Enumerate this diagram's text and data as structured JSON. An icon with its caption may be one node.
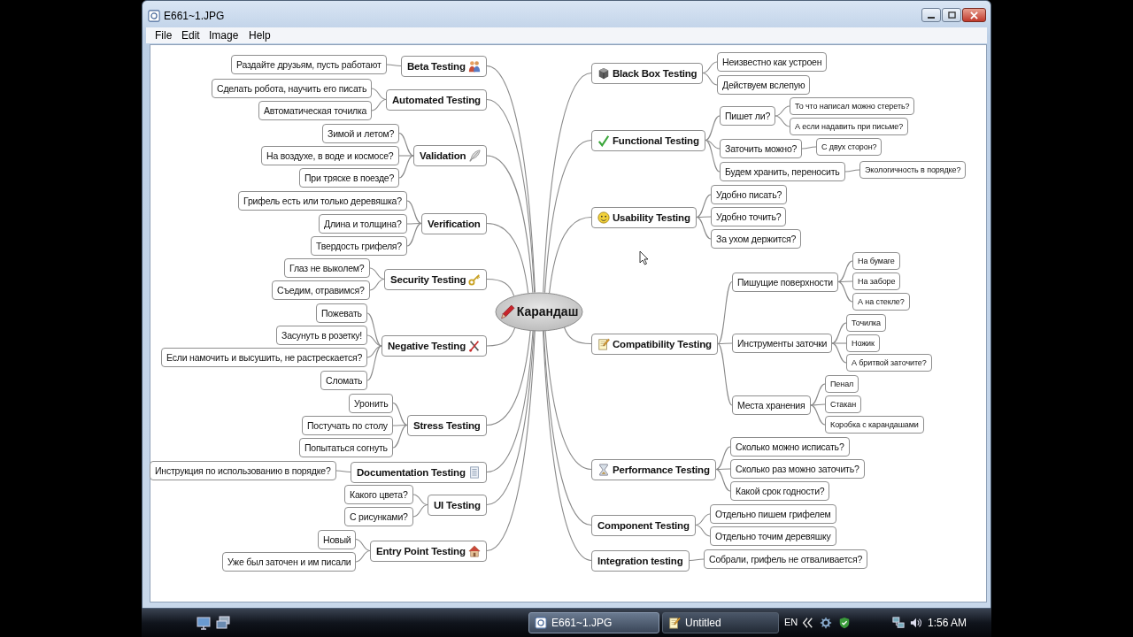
{
  "diagram": {
    "nodes": [
      {
        "text": [
          "Карандаш"
        ]
      },
      {
        "text": [
          "Beta Testing"
        ]
      },
      {
        "text": [
          "Раздайте друзьям, пусть работают"
        ]
      },
      {
        "text": [
          "Automated Testing"
        ]
      },
      {
        "text": [
          "Сделать робота, научить его писать"
        ]
      },
      {
        "text": [
          "Автоматическая точилка"
        ]
      },
      {
        "text": [
          "Validation"
        ]
      },
      {
        "text": [
          "Зимой и летом?"
        ]
      },
      {
        "text": [
          "На воздухе, в воде и космосе?"
        ]
      },
      {
        "text": [
          "При тряске в поезде?"
        ]
      },
      {
        "text": [
          "Verification"
        ]
      },
      {
        "text": [
          "Грифель есть или только деревяшка?"
        ]
      },
      {
        "text": [
          "Длина и толщина?"
        ]
      },
      {
        "text": [
          "Твердость грифеля?"
        ]
      },
      {
        "text": [
          "Security Testing"
        ]
      },
      {
        "text": [
          "Глаз не выколем?"
        ]
      },
      {
        "text": [
          "Съедим, отравимся?"
        ]
      },
      {
        "text": [
          "Negative Testing"
        ]
      },
      {
        "text": [
          "Пожевать"
        ]
      },
      {
        "text": [
          "Засунуть в розетку!"
        ]
      },
      {
        "text": [
          "Если намочить и высушить, не растрескается?"
        ]
      },
      {
        "text": [
          "Сломать"
        ]
      },
      {
        "text": [
          "Stress Testing"
        ]
      },
      {
        "text": [
          "Уронить"
        ]
      },
      {
        "text": [
          "Постучать по столу"
        ]
      },
      {
        "text": [
          "Попытаться согнуть"
        ]
      },
      {
        "text": [
          "Documentation Testing"
        ]
      },
      {
        "text": [
          "Инструкция по использованию в порядке?"
        ]
      },
      {
        "text": [
          "UI Testing"
        ]
      },
      {
        "text": [
          "Какого цвета?"
        ]
      },
      {
        "text": [
          "С рисунками?"
        ]
      },
      {
        "text": [
          "Entry Point Testing"
        ]
      },
      {
        "text": [
          "Новый"
        ]
      },
      {
        "text": [
          "Уже был заточен и им писали"
        ]
      },
      {
        "text": [
          "Black Box Testing"
        ]
      },
      {
        "text": [
          "Неизвестно как устроен"
        ]
      },
      {
        "text": [
          "Действуем вслепую"
        ]
      },
      {
        "text": [
          "Functional Testing"
        ]
      },
      {
        "text": [
          "Пишет ли?"
        ]
      },
      {
        "text": [
          "То что написал можно стереть?"
        ]
      },
      {
        "text": [
          "А если надавить при письме?"
        ]
      },
      {
        "text": [
          "Заточить можно?"
        ]
      },
      {
        "text": [
          "С двух сторон?"
        ]
      },
      {
        "text": [
          "Будем хранить, переносить"
        ]
      },
      {
        "text": [
          "Экологичность в порядке?"
        ]
      },
      {
        "text": [
          "Usability Testing"
        ]
      },
      {
        "text": [
          "Удобно писать?"
        ]
      },
      {
        "text": [
          "Удобно точить?"
        ]
      },
      {
        "text": [
          "За ухом держится?"
        ]
      },
      {
        "text": [
          "Compatibility Testing"
        ]
      },
      {
        "text": [
          "Пишущие поверхности"
        ]
      },
      {
        "text": [
          "На бумаге"
        ]
      },
      {
        "text": [
          "На заборе"
        ]
      },
      {
        "text": [
          "А на стекле?"
        ]
      },
      {
        "text": [
          "Инструменты заточки"
        ]
      },
      {
        "text": [
          "Точилка"
        ]
      },
      {
        "text": [
          "Ножик"
        ]
      },
      {
        "text": [
          "А бритвой заточите?"
        ]
      },
      {
        "text": [
          "Места хранения"
        ]
      },
      {
        "text": [
          "Пенал"
        ]
      },
      {
        "text": [
          "Стакан"
        ]
      },
      {
        "text": [
          "Коробка с карандашами"
        ]
      },
      {
        "text": [
          "Performance Testing"
        ]
      },
      {
        "text": [
          "Сколько можно исписать?"
        ]
      },
      {
        "text": [
          "Сколько раз можно заточить?"
        ]
      },
      {
        "text": [
          "Какой срок годности?"
        ]
      },
      {
        "text": [
          "Component Testing"
        ]
      },
      {
        "text": [
          "Отдельно пишем грифелем"
        ]
      },
      {
        "text": [
          "Отдельно точим деревяшку"
        ]
      },
      {
        "text": [
          "Integration testing"
        ]
      },
      {
        "text": [
          "Собрали, грифель не отваливается?"
        ]
      }
    ],
    "edges": [
      {
        "from": 0,
        "to": 1,
        "arrow": "none"
      },
      {
        "from": 1,
        "to": 2,
        "arrow": "none"
      },
      {
        "from": 0,
        "to": 3,
        "arrow": "none"
      },
      {
        "from": 3,
        "to": 4,
        "arrow": "none"
      },
      {
        "from": 3,
        "to": 5,
        "arrow": "none"
      },
      {
        "from": 0,
        "to": 6,
        "arrow": "none"
      },
      {
        "from": 6,
        "to": 7,
        "arrow": "none"
      },
      {
        "from": 6,
        "to": 8,
        "arrow": "none"
      },
      {
        "from": 6,
        "to": 9,
        "arrow": "none"
      },
      {
        "from": 0,
        "to": 10,
        "arrow": "none"
      },
      {
        "from": 10,
        "to": 11,
        "arrow": "none"
      },
      {
        "from": 10,
        "to": 12,
        "arrow": "none"
      },
      {
        "from": 10,
        "to": 13,
        "arrow": "none"
      },
      {
        "from": 0,
        "to": 14,
        "arrow": "none"
      },
      {
        "from": 14,
        "to": 15,
        "arrow": "none"
      },
      {
        "from": 14,
        "to": 16,
        "arrow": "none"
      },
      {
        "from": 0,
        "to": 17,
        "arrow": "none"
      },
      {
        "from": 17,
        "to": 18,
        "arrow": "none"
      },
      {
        "from": 17,
        "to": 19,
        "arrow": "none"
      },
      {
        "from": 17,
        "to": 20,
        "arrow": "none"
      },
      {
        "from": 17,
        "to": 21,
        "arrow": "none"
      },
      {
        "from": 0,
        "to": 22,
        "arrow": "none"
      },
      {
        "from": 22,
        "to": 23,
        "arrow": "none"
      },
      {
        "from": 22,
        "to": 24,
        "arrow": "none"
      },
      {
        "from": 22,
        "to": 25,
        "arrow": "none"
      },
      {
        "from": 0,
        "to": 26,
        "arrow": "none"
      },
      {
        "from": 26,
        "to": 27,
        "arrow": "none"
      },
      {
        "from": 0,
        "to": 28,
        "arrow": "none"
      },
      {
        "from": 28,
        "to": 29,
        "arrow": "none"
      },
      {
        "from": 28,
        "to": 30,
        "arrow": "none"
      },
      {
        "from": 0,
        "to": 31,
        "arrow": "none"
      },
      {
        "from": 31,
        "to": 32,
        "arrow": "none"
      },
      {
        "from": 31,
        "to": 33,
        "arrow": "none"
      },
      {
        "from": 0,
        "to": 34,
        "arrow": "none"
      },
      {
        "from": 34,
        "to": 35,
        "arrow": "none"
      },
      {
        "from": 34,
        "to": 36,
        "arrow": "none"
      },
      {
        "from": 0,
        "to": 37,
        "arrow": "none"
      },
      {
        "from": 37,
        "to": 38,
        "arrow": "none"
      },
      {
        "from": 38,
        "to": 39,
        "arrow": "none"
      },
      {
        "from": 38,
        "to": 40,
        "arrow": "none"
      },
      {
        "from": 37,
        "to": 41,
        "arrow": "none"
      },
      {
        "from": 41,
        "to": 42,
        "arrow": "none"
      },
      {
        "from": 37,
        "to": 43,
        "arrow": "none"
      },
      {
        "from": 43,
        "to": 44,
        "arrow": "none"
      },
      {
        "from": 0,
        "to": 45,
        "arrow": "none"
      },
      {
        "from": 45,
        "to": 46,
        "arrow": "none"
      },
      {
        "from": 45,
        "to": 47,
        "arrow": "none"
      },
      {
        "from": 45,
        "to": 48,
        "arrow": "none"
      },
      {
        "from": 0,
        "to": 49,
        "arrow": "none"
      },
      {
        "from": 49,
        "to": 50,
        "arrow": "none"
      },
      {
        "from": 50,
        "to": 51,
        "arrow": "none"
      },
      {
        "from": 50,
        "to": 52,
        "arrow": "none"
      },
      {
        "from": 50,
        "to": 53,
        "arrow": "none"
      },
      {
        "from": 49,
        "to": 54,
        "arrow": "none"
      },
      {
        "from": 54,
        "to": 55,
        "arrow": "none"
      },
      {
        "from": 54,
        "to": 56,
        "arrow": "none"
      },
      {
        "from": 54,
        "to": 57,
        "arrow": "none"
      },
      {
        "from": 49,
        "to": 58,
        "arrow": "none"
      },
      {
        "from": 58,
        "to": 59,
        "arrow": "none"
      },
      {
        "from": 58,
        "to": 60,
        "arrow": "none"
      },
      {
        "from": 58,
        "to": 61,
        "arrow": "none"
      },
      {
        "from": 0,
        "to": 62,
        "arrow": "none"
      },
      {
        "from": 62,
        "to": 63,
        "arrow": "none"
      },
      {
        "from": 62,
        "to": 64,
        "arrow": "none"
      },
      {
        "from": 62,
        "to": 65,
        "arrow": "none"
      },
      {
        "from": 0,
        "to": 66,
        "arrow": "none"
      },
      {
        "from": 66,
        "to": 67,
        "arrow": "none"
      },
      {
        "from": 66,
        "to": 68,
        "arrow": "none"
      },
      {
        "from": 0,
        "to": 69,
        "arrow": "none"
      },
      {
        "from": 69,
        "to": 70,
        "arrow": "none"
      }
    ],
    "labels": [
      "E661~1.JPG",
      "File",
      "Edit",
      "Image",
      "Help",
      "E661~1.JPG",
      "Untitled",
      "EN",
      "1:56 AM"
    ]
  }
}
